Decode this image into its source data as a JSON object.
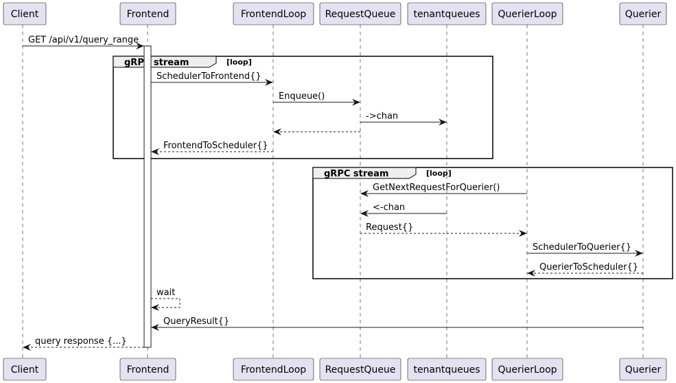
{
  "diagram": {
    "participants": [
      {
        "id": "client",
        "label": "Client"
      },
      {
        "id": "frontend",
        "label": "Frontend"
      },
      {
        "id": "frontendloop",
        "label": "FrontendLoop"
      },
      {
        "id": "requestqueue",
        "label": "RequestQueue"
      },
      {
        "id": "tenantqueues",
        "label": "tenantqueues"
      },
      {
        "id": "querierloop",
        "label": "QuerierLoop"
      },
      {
        "id": "querier",
        "label": "Querier"
      }
    ],
    "frames": [
      {
        "id": "frame-1",
        "title": "gRPC stream",
        "kind": "[loop]"
      },
      {
        "id": "frame-2",
        "title": "gRPC stream",
        "kind": "[loop]"
      }
    ],
    "messages": [
      {
        "from": "client",
        "to": "frontend",
        "label": "GET /api/v1/query_range",
        "style": "solid"
      },
      {
        "from": "frontend",
        "to": "frontendloop",
        "label": "SchedulerToFrontend{}",
        "style": "solid"
      },
      {
        "from": "frontendloop",
        "to": "requestqueue",
        "label": "Enqueue()",
        "style": "solid"
      },
      {
        "from": "requestqueue",
        "to": "tenantqueues",
        "label": "->chan",
        "style": "solid"
      },
      {
        "from": "requestqueue",
        "to": "frontendloop",
        "label": "",
        "style": "dashed"
      },
      {
        "from": "frontendloop",
        "to": "frontend",
        "label": "FrontendToScheduler{}",
        "style": "dashed"
      },
      {
        "from": "querierloop",
        "to": "requestqueue",
        "label": "GetNextRequestForQuerier()",
        "style": "solid"
      },
      {
        "from": "tenantqueues",
        "to": "requestqueue",
        "label": "<-chan",
        "style": "solid"
      },
      {
        "from": "requestqueue",
        "to": "querierloop",
        "label": "Request{}",
        "style": "dashed"
      },
      {
        "from": "querierloop",
        "to": "querier",
        "label": "SchedulerToQuerier{}",
        "style": "solid"
      },
      {
        "from": "querier",
        "to": "querierloop",
        "label": "QuerierToScheduler{}",
        "style": "dashed"
      },
      {
        "from": "frontend",
        "to": "frontend",
        "label": "wait",
        "style": "dashed",
        "self": true
      },
      {
        "from": "querier",
        "to": "frontend",
        "label": "QueryResult{}",
        "style": "solid"
      },
      {
        "from": "frontend",
        "to": "client",
        "label": "query response {...}",
        "style": "dashed"
      }
    ]
  },
  "colors": {
    "participant_fill": "#e2e2f0",
    "participant_border": "#181818",
    "lifeline": "#181818",
    "frame_header_fill": "#eeeeee",
    "activation_fill": "#ffffff"
  }
}
